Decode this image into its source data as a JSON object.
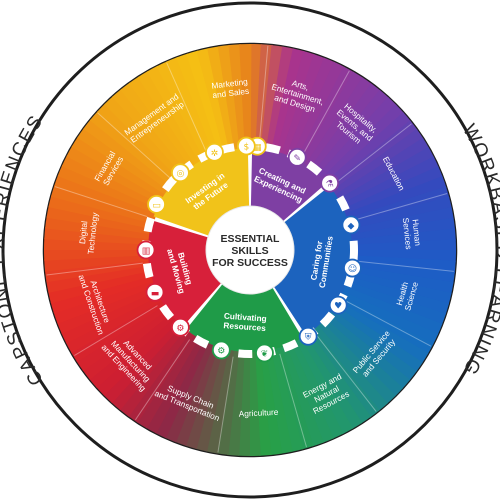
{
  "outer_ring": {
    "left_text": "CAPSTONE EXPERIENCES",
    "right_text": "WORKBASED LEARNING"
  },
  "center": {
    "lines": [
      "ESSENTIAL",
      "SKILLS",
      "FOR SUCCESS"
    ]
  },
  "sectors": [
    {
      "lines": [
        "Investing in",
        "the Future"
      ],
      "color": "#f1c31a"
    },
    {
      "lines": [
        "Creating and",
        "Experiencing"
      ],
      "color": "#7e3fa3"
    },
    {
      "lines": [
        "Caring for",
        "Communities"
      ],
      "color": "#1c63be"
    },
    {
      "lines": [
        "Cultivating",
        "Resources"
      ],
      "color": "#1f9b48"
    },
    {
      "lines": [
        "Building",
        "and Moving"
      ],
      "color": "#d7203a"
    }
  ],
  "pathways": [
    {
      "lines": [
        "Marketing",
        "and Sales"
      ]
    },
    {
      "lines": [
        "Arts,",
        "Entertainment,",
        "and Design"
      ]
    },
    {
      "lines": [
        "Hospitality,",
        "Events, and",
        "Tourism"
      ]
    },
    {
      "lines": [
        "Education"
      ]
    },
    {
      "lines": [
        "Human",
        "Services"
      ]
    },
    {
      "lines": [
        "Health",
        "Science"
      ]
    },
    {
      "lines": [
        "Public Service",
        "and Security"
      ]
    },
    {
      "lines": [
        "Energy and",
        "Natural",
        "Resources"
      ]
    },
    {
      "lines": [
        "Agriculture"
      ]
    },
    {
      "lines": [
        "Supply Chain",
        "and Transportation"
      ]
    },
    {
      "lines": [
        "Advanced",
        "Manufacturing",
        "and Engineering"
      ]
    },
    {
      "lines": [
        "Architecture",
        "and Construction"
      ]
    },
    {
      "lines": [
        "Digital",
        "Technology"
      ]
    },
    {
      "lines": [
        "Financial",
        "Services"
      ]
    },
    {
      "lines": [
        "Management and",
        "Entrepreneurship"
      ]
    }
  ],
  "icons": [
    {
      "name": "marketing-chart-icon",
      "color": "#f1c31a"
    },
    {
      "name": "palette-icon",
      "color": "#7e3fa3"
    },
    {
      "name": "science-flask-icon",
      "color": "#7e3fa3"
    },
    {
      "name": "graduation-cap-icon",
      "color": "#1c63be"
    },
    {
      "name": "people-icon",
      "color": "#1c63be"
    },
    {
      "name": "heart-hands-icon",
      "color": "#1c63be"
    },
    {
      "name": "shield-icon",
      "color": "#1c63be"
    },
    {
      "name": "plant-icon",
      "color": "#1f9b48"
    },
    {
      "name": "tractor-icon",
      "color": "#1f9b48"
    },
    {
      "name": "gear-icon",
      "color": "#d7203a"
    },
    {
      "name": "truck-icon",
      "color": "#d7203a"
    },
    {
      "name": "building-icon",
      "color": "#d7203a"
    },
    {
      "name": "laptop-icon",
      "color": "#f1c31a"
    },
    {
      "name": "coins-icon",
      "color": "#f1c31a"
    },
    {
      "name": "network-icon",
      "color": "#f1c31a"
    },
    {
      "name": "money-icon",
      "color": "#f1c31a"
    }
  ]
}
